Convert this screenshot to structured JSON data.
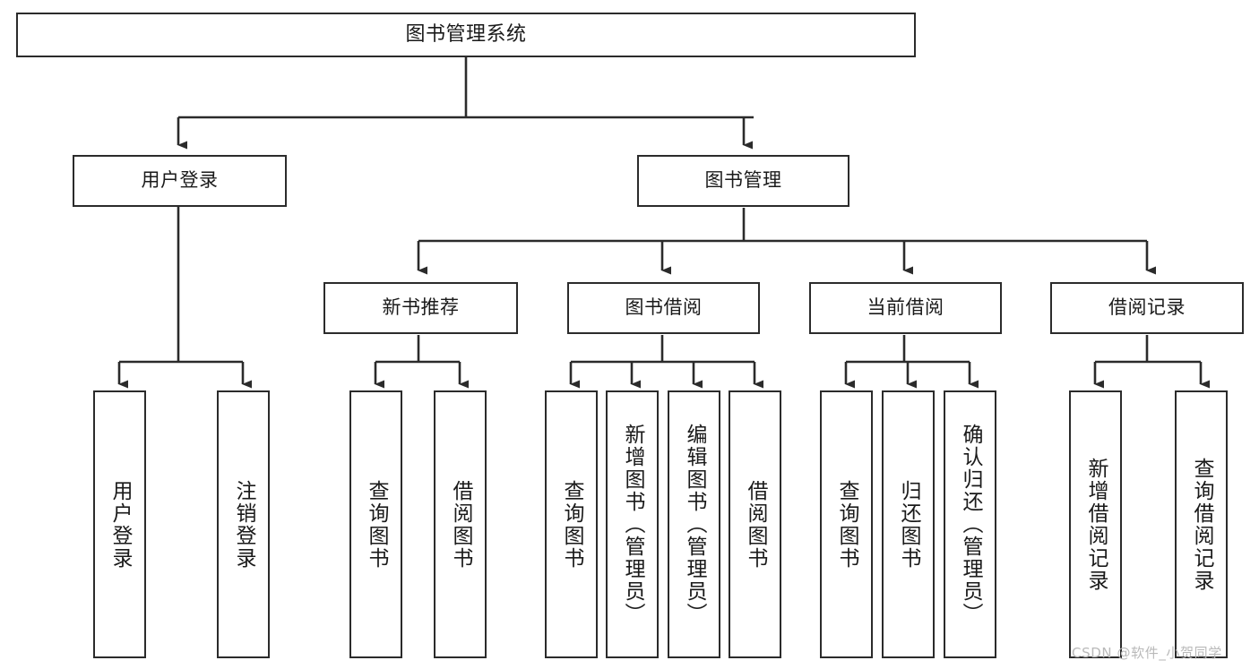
{
  "diagram": {
    "title": "图书管理系统",
    "type": "tree",
    "background_color": "#ffffff",
    "line_color": "#2b2b2b",
    "text_color": "#1a1a1a"
  },
  "nodes": {
    "root": {
      "label": "图书管理系统",
      "level": 0,
      "orientation": "horizontal"
    },
    "level2": [
      {
        "id": "user-login",
        "label": "用户登录",
        "orientation": "horizontal"
      },
      {
        "id": "book-management",
        "label": "图书管理",
        "orientation": "horizontal"
      }
    ],
    "level3": [
      {
        "id": "new-book-recommend",
        "label": "新书推荐",
        "orientation": "horizontal",
        "parent": "book-management"
      },
      {
        "id": "book-borrow",
        "label": "图书借阅",
        "orientation": "horizontal",
        "parent": "book-management"
      },
      {
        "id": "current-borrow",
        "label": "当前借阅",
        "orientation": "horizontal",
        "parent": "book-management"
      },
      {
        "id": "borrow-record",
        "label": "借阅记录",
        "orientation": "horizontal",
        "parent": "book-management"
      }
    ],
    "leaves": [
      {
        "id": "leaf-user-login",
        "label": "用户登录",
        "orientation": "vertical",
        "parent": "user-login"
      },
      {
        "id": "leaf-user-logout",
        "label": "注销登录",
        "orientation": "vertical",
        "parent": "user-login"
      },
      {
        "id": "leaf-query-book-recommend",
        "label": "查询图书",
        "orientation": "vertical",
        "parent": "new-book-recommend"
      },
      {
        "id": "leaf-borrow-book-recommend",
        "label": "借阅图书",
        "orientation": "vertical",
        "parent": "new-book-recommend"
      },
      {
        "id": "leaf-query-book-borrow",
        "label": "查询图书",
        "orientation": "vertical",
        "parent": "book-borrow"
      },
      {
        "id": "leaf-add-book-admin",
        "label": "新增图书（管理员）",
        "orientation": "vertical",
        "parent": "book-borrow"
      },
      {
        "id": "leaf-edit-book-admin",
        "label": "编辑图书（管理员）",
        "orientation": "vertical",
        "parent": "book-borrow"
      },
      {
        "id": "leaf-borrow-book",
        "label": "借阅图书",
        "orientation": "vertical",
        "parent": "book-borrow"
      },
      {
        "id": "leaf-query-book-current",
        "label": "查询图书",
        "orientation": "vertical",
        "parent": "current-borrow"
      },
      {
        "id": "leaf-return-book",
        "label": "归还图书",
        "orientation": "vertical",
        "parent": "current-borrow"
      },
      {
        "id": "leaf-confirm-return-admin",
        "label": "确认归还（管理员）",
        "orientation": "vertical",
        "parent": "current-borrow"
      },
      {
        "id": "leaf-add-borrow-record",
        "label": "新增借阅记录",
        "orientation": "vertical",
        "parent": "borrow-record"
      },
      {
        "id": "leaf-query-borrow-record",
        "label": "查询借阅记录",
        "orientation": "vertical",
        "parent": "borrow-record"
      }
    ]
  },
  "watermark": {
    "text": "CSDN @软件_小贺同学",
    "color": "#b9b9b9"
  }
}
